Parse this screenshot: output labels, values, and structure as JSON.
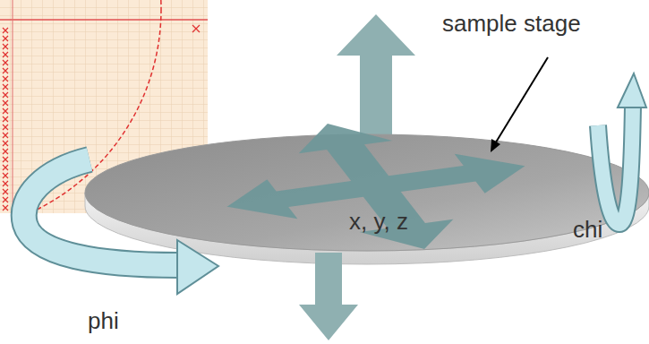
{
  "diagram": {
    "labels": [
      "sample stage",
      "x, y, z",
      "chi",
      "phi"
    ]
  }
}
